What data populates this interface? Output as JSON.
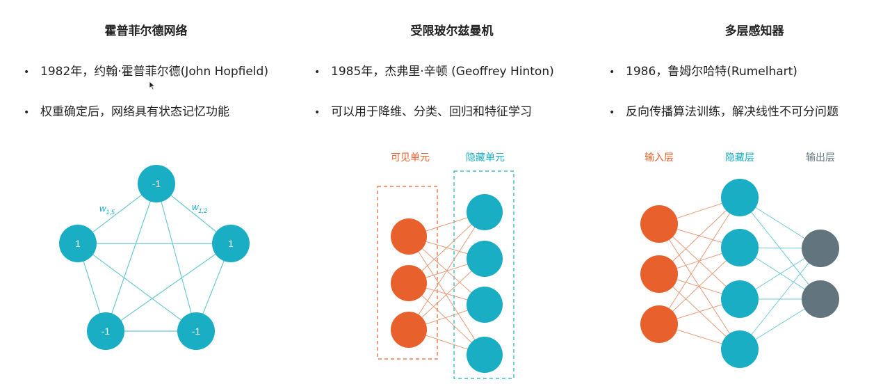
{
  "colors": {
    "teal": "#1aaec5",
    "orange": "#e8602c",
    "gray": "#62747e",
    "teal_line": "#6cc8d6",
    "orange_line": "#e89a78"
  },
  "hopfield": {
    "title": "霍普菲尔德网络",
    "bullet1": "1982年，约翰·霍普菲尔德(John Hopfield)",
    "bullet2": "权重确定后，网络具有状态记忆功能",
    "nodes": {
      "top": "-1",
      "left": "1",
      "right": "1",
      "bottom_left": "-1",
      "bottom_right": "-1"
    },
    "weight_left": {
      "base": "w",
      "sub": "1,5"
    },
    "weight_right": {
      "base": "w",
      "sub": "1,2"
    }
  },
  "rbm": {
    "title": "受限玻尔兹曼机",
    "bullet1": "1985年，杰弗里·辛顿 (Geoffrey Hinton)",
    "bullet2": "可以用于降维、分类、回归和特征学习",
    "visible_label": "可见单元",
    "hidden_label": "隐藏单元"
  },
  "mlp": {
    "title": "多层感知器",
    "bullet1": "1986，鲁姆尔哈特(Rumelhart)",
    "bullet2": "反向传播算法训练，解决线性不可分问题",
    "input_label": "输入层",
    "hidden_label": "隐藏层",
    "output_label": "输出层"
  },
  "bullet_glyph": "•"
}
